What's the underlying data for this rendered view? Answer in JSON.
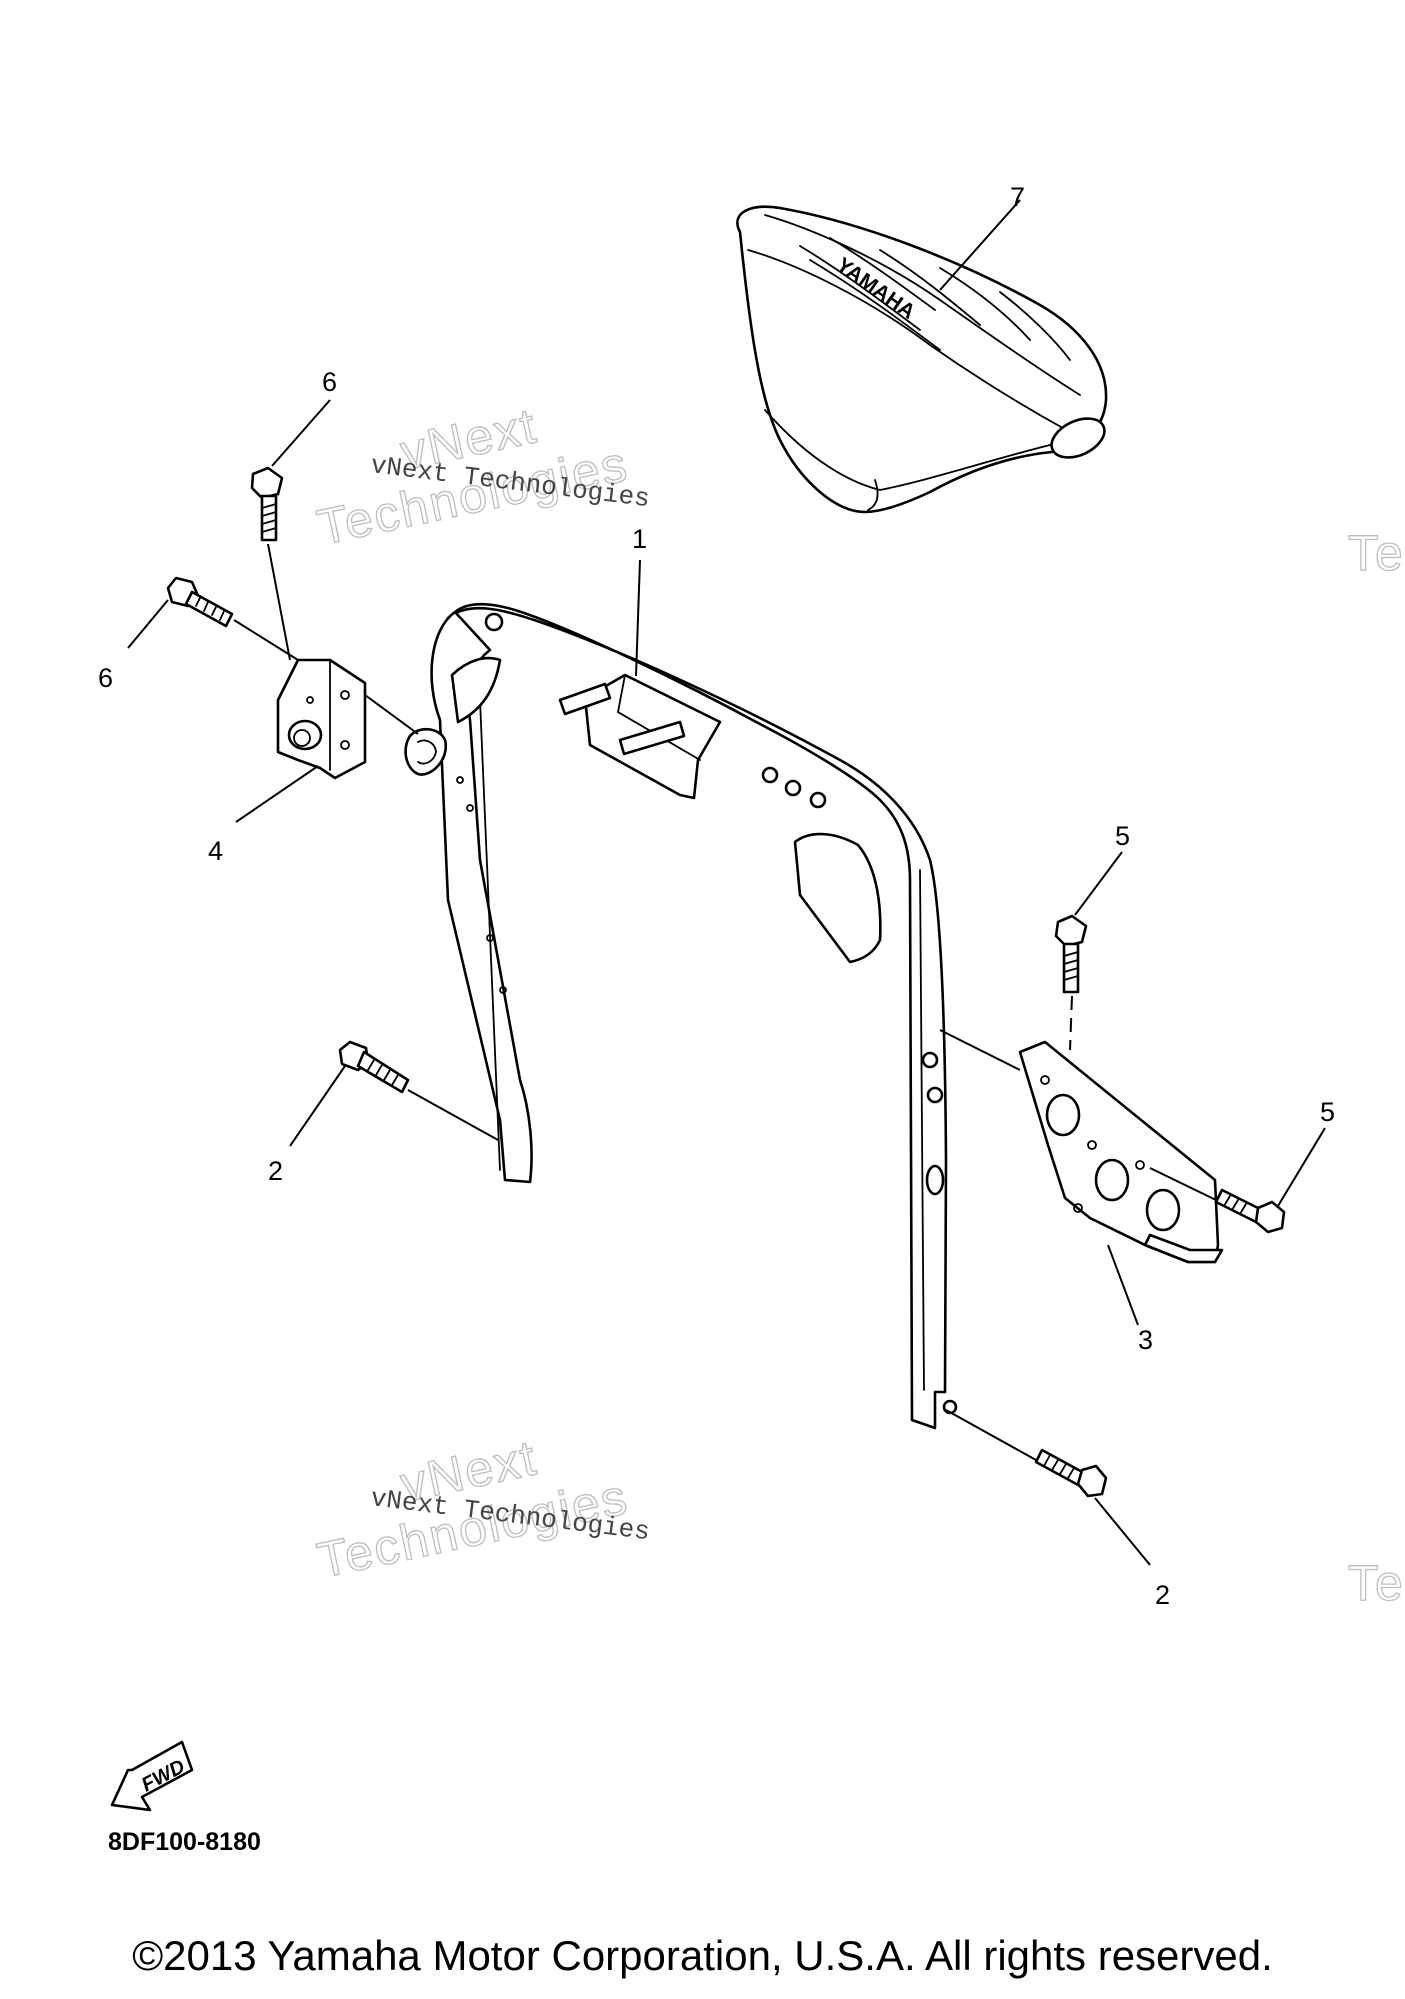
{
  "callouts": [
    {
      "label": "1"
    },
    {
      "label": "2"
    },
    {
      "label": "2"
    },
    {
      "label": "3"
    },
    {
      "label": "4"
    },
    {
      "label": "5"
    },
    {
      "label": "5"
    },
    {
      "label": "6"
    },
    {
      "label": "6"
    },
    {
      "label": "7"
    }
  ],
  "seat_brand_text": "YAMAHA",
  "fwd_label": "FWD",
  "watermark": {
    "small": "vNext Technologies",
    "big_line1": "vNext",
    "big_line2": "Technologies",
    "edge": "Te"
  },
  "diagram_code": "8DF100-8180",
  "copyright": "©2013 Yamaha Motor Corporation, U.S.A. All rights reserved."
}
